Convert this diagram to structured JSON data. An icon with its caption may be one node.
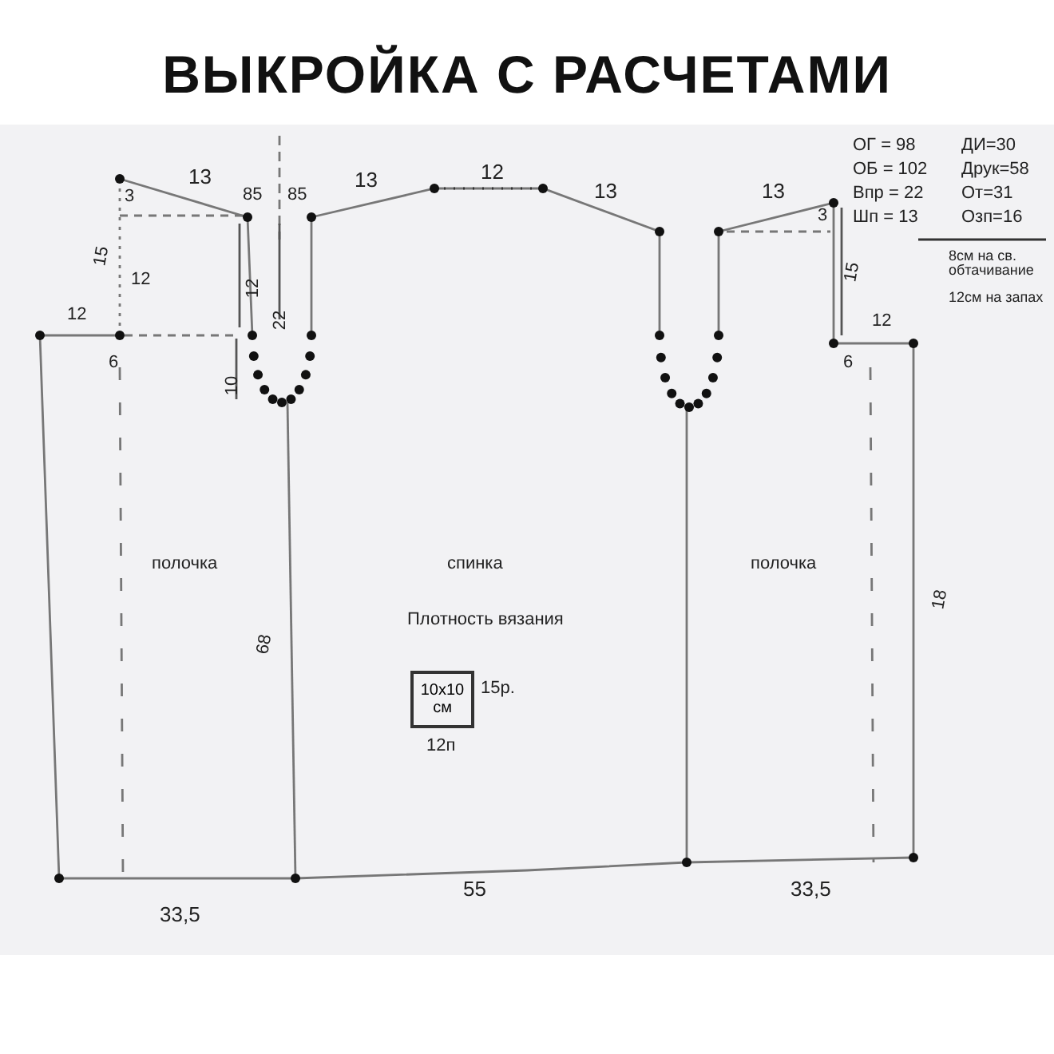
{
  "diagram": {
    "title": "ВЫКРОЙКА С РАСЧЕТАМИ",
    "nodes": [
      {
        "text": [
          "10х10 см"
        ],
        "beside": [
          "15р.",
          "12п"
        ]
      }
    ],
    "labels": [
      "13",
      "13",
      "12",
      "13",
      "13",
      "ОГ = 98",
      "ДИ=30",
      "ОБ = 102",
      "Друк=58",
      "Впр = 22",
      "От=31",
      "Шп = 13",
      "Озп=16",
      "3",
      "85",
      "85",
      "15",
      "12",
      "12",
      "22",
      "3",
      "15",
      "8см на св. обтачивание",
      "12",
      "12",
      "6",
      "10",
      "6",
      "12см на запах",
      "полочка",
      "спинка",
      "полочка",
      "Плотность вязания",
      "68",
      "18",
      "33,5",
      "55",
      "33,5"
    ]
  }
}
